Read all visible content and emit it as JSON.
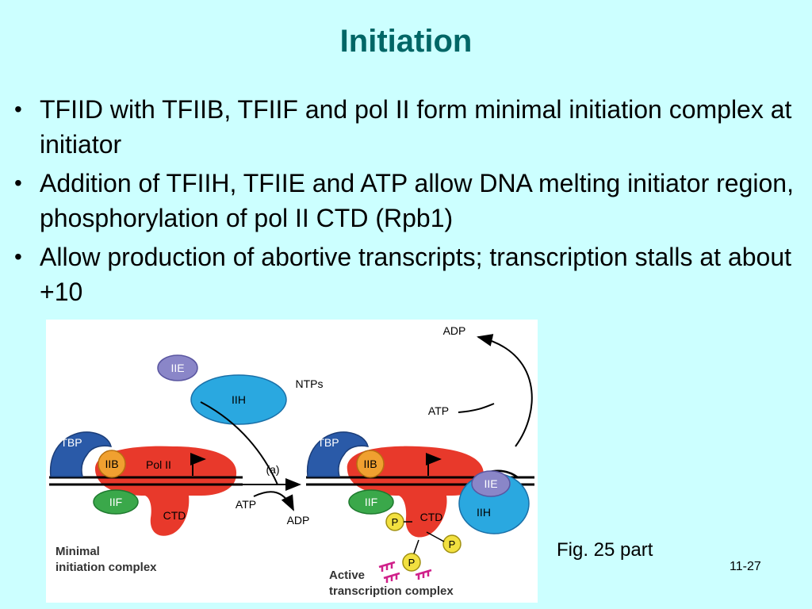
{
  "slide": {
    "title": "Initiation",
    "bullets": [
      "TFIID with TFIIB, TFIIF and pol II form minimal initiation complex at initiator",
      "Addition of TFIIH, TFIIE and ATP allow DNA melting initiator region, phosphorylation of pol II CTD (Rpb1)",
      "Allow production of abortive transcripts; transcription stalls at about +10"
    ],
    "caption": "Fig.  25 part",
    "page_number": "11-27"
  },
  "figure": {
    "left": {
      "tbp": "TBP",
      "iib": "IIB",
      "pol2": "Pol II",
      "iif": "IIF",
      "ctd": "CTD",
      "label_line1": "Minimal",
      "label_line2": "initiation complex"
    },
    "factors": {
      "iie": "IIE",
      "iih": "IIH",
      "ntps": "NTPs"
    },
    "reaction": {
      "step": "(a)",
      "atp": "ATP",
      "adp": "ADP"
    },
    "right": {
      "tbp": "TBP",
      "iib": "IIB",
      "iif": "IIF",
      "ctd": "CTD",
      "iie": "IIE",
      "iih": "IIH",
      "phospho": "P",
      "adp": "ADP",
      "atp": "ATP",
      "label_line1": "Active",
      "label_line2": "transcription complex"
    },
    "colors": {
      "polymerase_red": "#e8392b",
      "tbp_blue": "#2a5aa8",
      "iib_orange": "#f0a030",
      "iif_green": "#3aa84a",
      "iie_purple": "#8a86c8",
      "iih_cyan": "#2aa8e0",
      "phospho_yellow": "#f2e040",
      "rna_magenta": "#d0208a"
    }
  }
}
